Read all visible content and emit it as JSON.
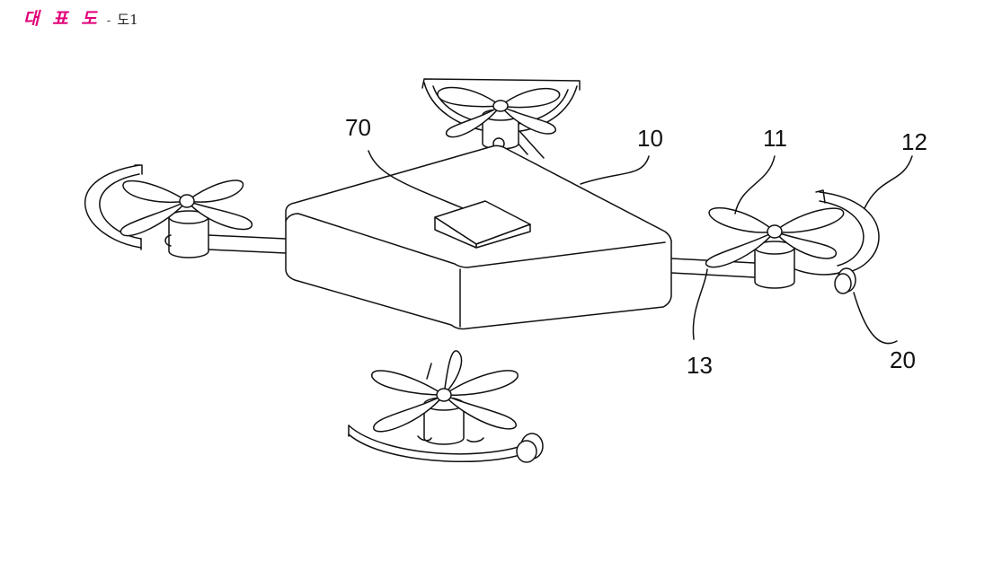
{
  "header": {
    "title": "대 표 도",
    "separator": "-",
    "figure": "도1"
  },
  "references": {
    "body_top_module": "70",
    "main_body": "10",
    "propeller": "11",
    "guard": "12",
    "arm": "13",
    "wheel": "20"
  }
}
